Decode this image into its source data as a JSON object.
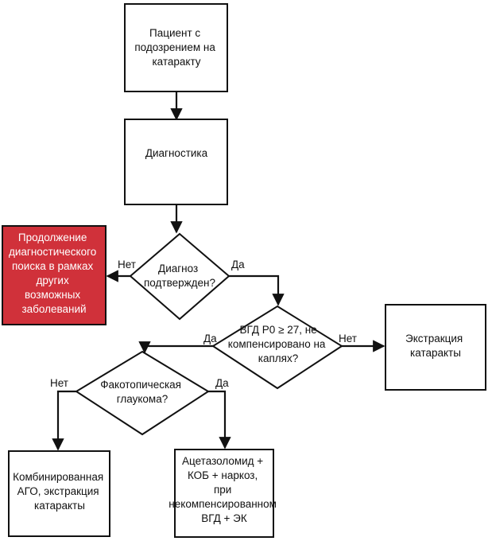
{
  "nodes": {
    "patient": {
      "lines": [
        "Пациент с",
        "подозрением на",
        "катаракту"
      ]
    },
    "diagnostics": {
      "lines": [
        "Диагностика"
      ]
    },
    "diagnosis_confirmed": {
      "lines": [
        "Диагноз",
        "подтвержден?"
      ]
    },
    "continue_search": {
      "lines": [
        "Продолжение",
        "диагностического",
        "поиска в рамках",
        "других",
        "возможных",
        "заболеваний"
      ]
    },
    "iop_check": {
      "lines": [
        "ВГД Р0 ≥ 27, не",
        "компенсировано на",
        "каплях?"
      ]
    },
    "extraction": {
      "lines": [
        "Экстракция",
        "катаракты"
      ]
    },
    "phacotopic": {
      "lines": [
        "Факотопическая",
        "глаукома?"
      ]
    },
    "combined": {
      "lines": [
        "Комбинированная",
        "АГО, экстракция",
        "катаракты"
      ]
    },
    "acetazolamide": {
      "lines": [
        "Ацетазоломид +",
        "КОБ + наркоз,",
        "при",
        "некомпенсированном",
        "ВГД + ЭК"
      ]
    }
  },
  "edge_labels": {
    "no_continue": "Нет",
    "yes_iop": "Да",
    "no_extraction": "Нет",
    "yes_phaco": "Да",
    "no_combined": "Нет",
    "yes_acetazolamide": "Да"
  },
  "colors": {
    "accent_red": "#d0313a",
    "line": "#111111"
  }
}
